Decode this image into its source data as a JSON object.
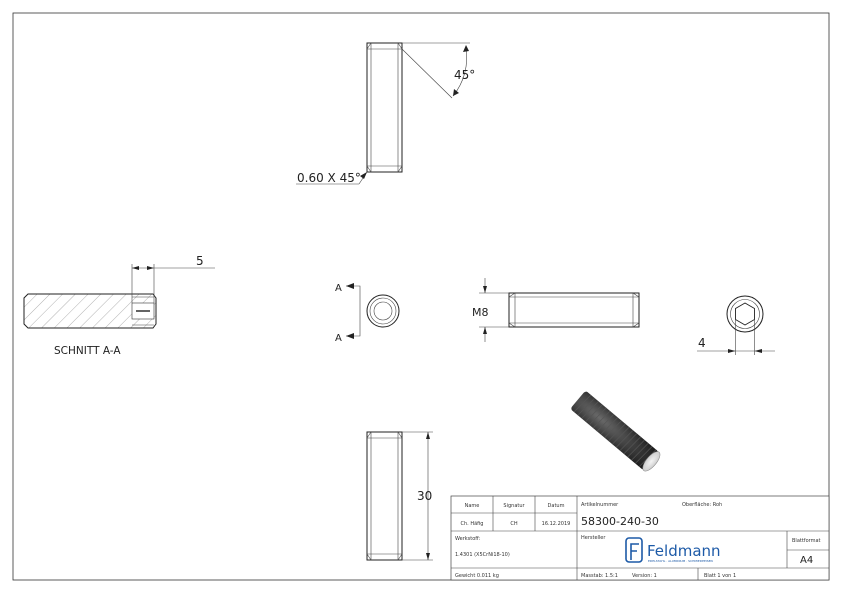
{
  "drawing": {
    "top_view": {
      "angle_label": "45°",
      "chamfer_label": "0.60 X 45°"
    },
    "section": {
      "dim_label": "5",
      "caption": "SCHNITT A-A"
    },
    "end_view": {
      "section_letter_top": "A",
      "section_letter_bottom": "A"
    },
    "side_view": {
      "thread_label": "M8"
    },
    "hex_view": {
      "dim_label": "4"
    },
    "bottom_view": {
      "length_label": "30"
    }
  },
  "title_block": {
    "name_header": "Name",
    "signatur_header": "Signatur",
    "datum_header": "Datum",
    "drafter_name": "Ch. Häfig",
    "drafter_sign": "CH",
    "drafter_date": "16.12.2019",
    "werkstoff_label": "Werkstoff:",
    "werkstoff_value": "1.4301 (X5CrNi18-10)",
    "gewicht": "Gewicht 0.011 kg",
    "artikel_label": "Artikelnummer",
    "artikel_value": "58300-240-30",
    "oberflaeche": "Oberfläche: Roh",
    "hersteller_label": "Hersteller",
    "logo_text": "Feldmann",
    "logo_tagline": "EDELSTAHL · ALUMINIUM · SCHMIEDEEISEN",
    "massstab": "Masstab: 1.5:1",
    "version": "Version: 1",
    "blatt": "Blatt 1 von 1",
    "blattformat_label": "Blattformat",
    "blattformat_value": "A4"
  }
}
